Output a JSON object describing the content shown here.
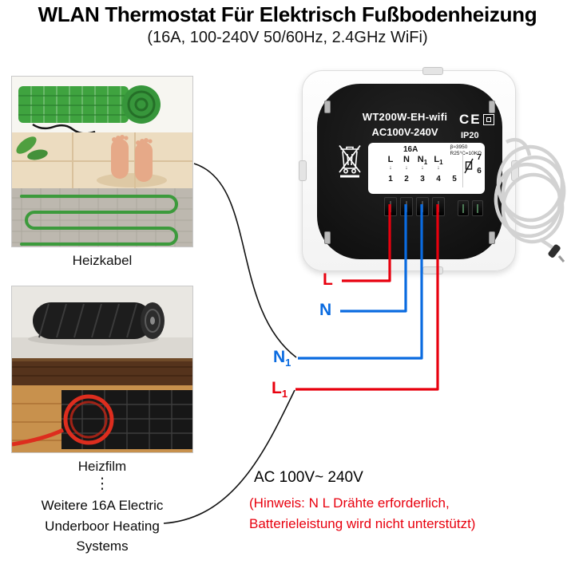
{
  "colors": {
    "live": "#e8000e",
    "neutral": "#0a6be0",
    "note": "#e8000e",
    "accent_green": "#3fa33f"
  },
  "header": {
    "title": "WLAN Thermostat Für Elektrisch Fußbodenheizung",
    "subtitle": "(16A, 100-240V 50/60Hz,  2.4GHz WiFi)"
  },
  "products": {
    "item1_label": "Heizkabel",
    "item2_label": "Heizfilm",
    "ellipsis": "⋮",
    "more_label": "Weitere 16A Electric Underboor Heating Systems"
  },
  "thermostat": {
    "model": "WT200W-EH-wifi",
    "voltage": "AC100V-240V",
    "ce_label": "CE",
    "ip_label": "IP20",
    "amp_label": "16A",
    "beta_spec": "β≈3950",
    "r25_spec": "R25°C=10KΩ",
    "arrow_icon": "↓",
    "terminals": [
      {
        "main": "L",
        "sub": ""
      },
      {
        "main": "N",
        "sub": ""
      },
      {
        "main": "N",
        "sub": "1"
      },
      {
        "main": "L",
        "sub": "1"
      }
    ],
    "terminal_numbers": [
      "1",
      "2",
      "3",
      "4",
      "5"
    ],
    "sensor_terminal_numbers": [
      "7",
      "6"
    ]
  },
  "wiring_labels": {
    "l": {
      "main": "L",
      "sub": ""
    },
    "n": {
      "main": "N",
      "sub": ""
    },
    "n1": {
      "main": "N",
      "sub": "1"
    },
    "l1": {
      "main": "L",
      "sub": "1"
    }
  },
  "footer": {
    "power": "AC 100V~ 240V",
    "note_line1": "(Hinweis: N L Drähte erforderlich,",
    "note_line2": "Batterieleistung wird nicht unterstützt)"
  }
}
